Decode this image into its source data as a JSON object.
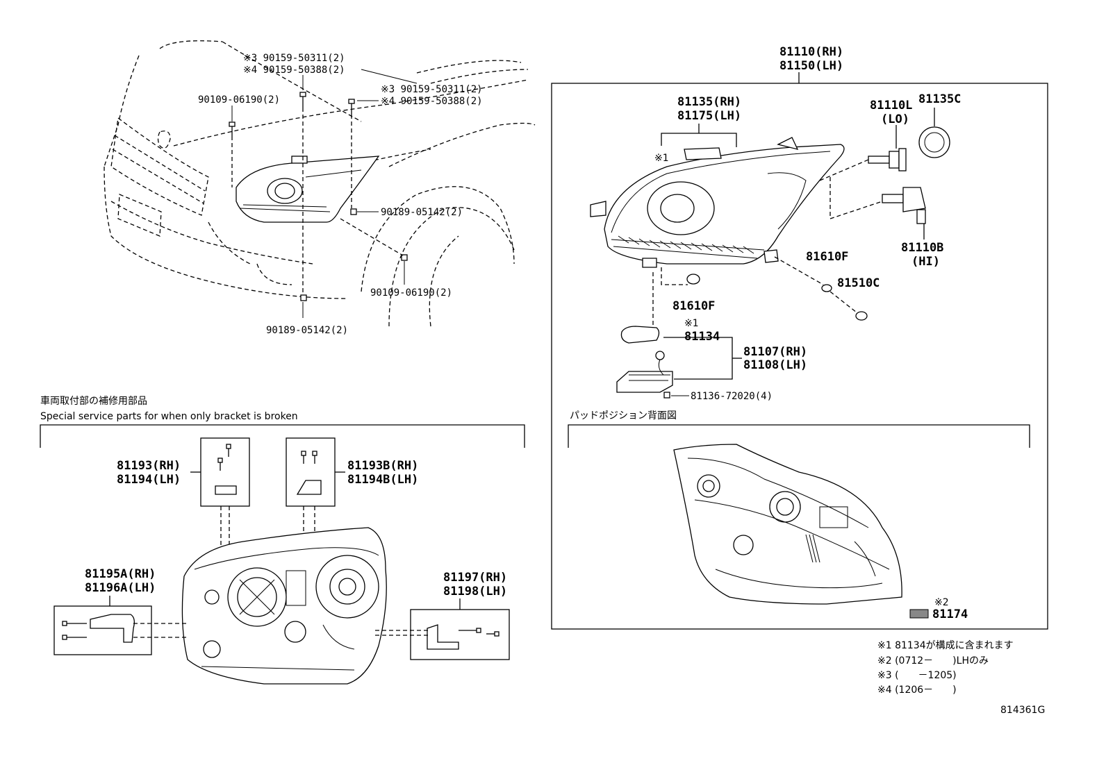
{
  "top_left": {
    "callouts": [
      {
        "id": "c1",
        "text": "※3 90159-50311(2)"
      },
      {
        "id": "c2",
        "text": "※4 90159-50388(2)"
      },
      {
        "id": "c3",
        "text": "※3 90159-50311(2)"
      },
      {
        "id": "c4",
        "text": "※4 90159-50388(2)"
      },
      {
        "id": "c5",
        "text": "90109-06190(2)"
      },
      {
        "id": "c6",
        "text": "90189-05142(2)"
      },
      {
        "id": "c7",
        "text": "90109-06190(2)"
      },
      {
        "id": "c8",
        "text": "90189-05142(2)"
      }
    ]
  },
  "assembly": {
    "title_rh": "81110(RH)",
    "title_lh": "81150(LH)",
    "labels": {
      "housing_rh": "81135(RH)",
      "housing_lh": "81175(LH)",
      "note_mark_1a": "※1",
      "bulb_lo": "81110L",
      "bulb_lo_sub": "(LO)",
      "socket_c": "81135C",
      "bulb_hi": "81110B",
      "bulb_hi_sub": "(HI)",
      "bulb_f_right": "81610F",
      "bulb_c": "81510C",
      "bulb_f_bottom": "81610F",
      "note_mark_1b": "※1",
      "gasket": "81134",
      "ballast_rh": "81107(RH)",
      "ballast_lh": "81108(LH)",
      "screw": "81136-72020(4)"
    },
    "rear_view_title": "パッドポジション背面図",
    "rear_note_mark": "※2",
    "rear_part": "81174"
  },
  "service": {
    "title_jp": "車両取付部の補修用部品",
    "title_en": "Special service parts for when only bracket is broken",
    "labels": {
      "p1_rh": "81193(RH)",
      "p1_lh": "81194(LH)",
      "p2_rh": "81193B(RH)",
      "p2_lh": "81194B(LH)",
      "p3_rh": "81195A(RH)",
      "p3_lh": "81196A(LH)",
      "p4_rh": "81197(RH)",
      "p4_lh": "81198(LH)"
    }
  },
  "notes": [
    "※1 81134が構成に含まれます",
    "※2 (0712－　　)LHのみ",
    "※3 (　　－1205)",
    "※4 (1206－　　)"
  ],
  "diagram_id": "814361G"
}
